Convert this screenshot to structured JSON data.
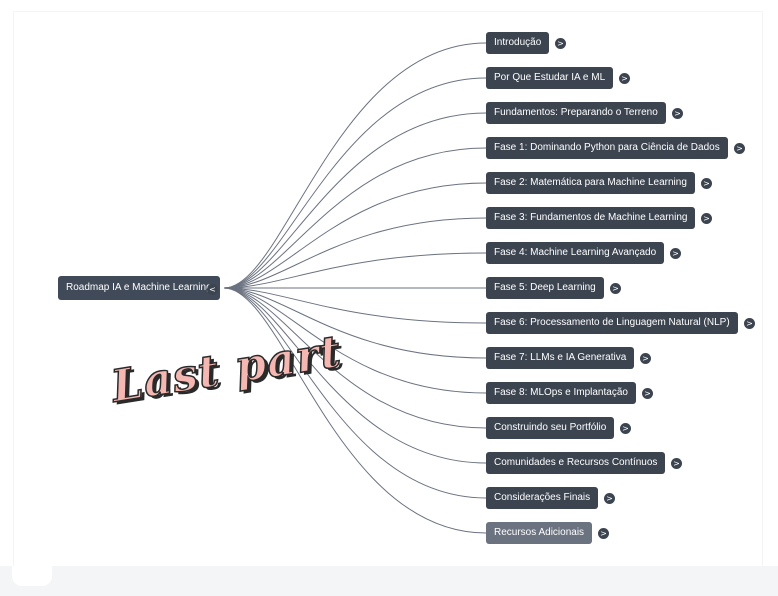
{
  "mindmap": {
    "root": {
      "label": "Roadmap IA e Machine Learning",
      "toggle": "<"
    },
    "children": [
      {
        "label": "Introdução",
        "toggle": ">"
      },
      {
        "label": "Por Que Estudar IA e ML",
        "toggle": ">"
      },
      {
        "label": "Fundamentos: Preparando o Terreno",
        "toggle": ">"
      },
      {
        "label": "Fase 1: Dominando Python para Ciência de Dados",
        "toggle": ">"
      },
      {
        "label": "Fase 2: Matemática para Machine Learning",
        "toggle": ">"
      },
      {
        "label": "Fase 3: Fundamentos de Machine Learning",
        "toggle": ">"
      },
      {
        "label": "Fase 4: Machine Learning Avançado",
        "toggle": ">"
      },
      {
        "label": "Fase 5: Deep Learning",
        "toggle": ">"
      },
      {
        "label": "Fase 6: Processamento de Linguagem Natural (NLP)",
        "toggle": ">"
      },
      {
        "label": "Fase 7: LLMs e IA Generativa",
        "toggle": ">"
      },
      {
        "label": "Fase 8: MLOps e Implantação",
        "toggle": ">"
      },
      {
        "label": "Construindo seu Portfólio",
        "toggle": ">"
      },
      {
        "label": "Comunidades e Recursos Contínuos",
        "toggle": ">"
      },
      {
        "label": "Considerações Finais",
        "toggle": ">"
      },
      {
        "label": "Recursos Adicionais",
        "toggle": ">"
      }
    ]
  },
  "overlay": {
    "text": "Last part"
  },
  "colors": {
    "node_bg": "#3c4450",
    "link": "#6b7280",
    "overlay_fill": "#f4b7b2"
  }
}
